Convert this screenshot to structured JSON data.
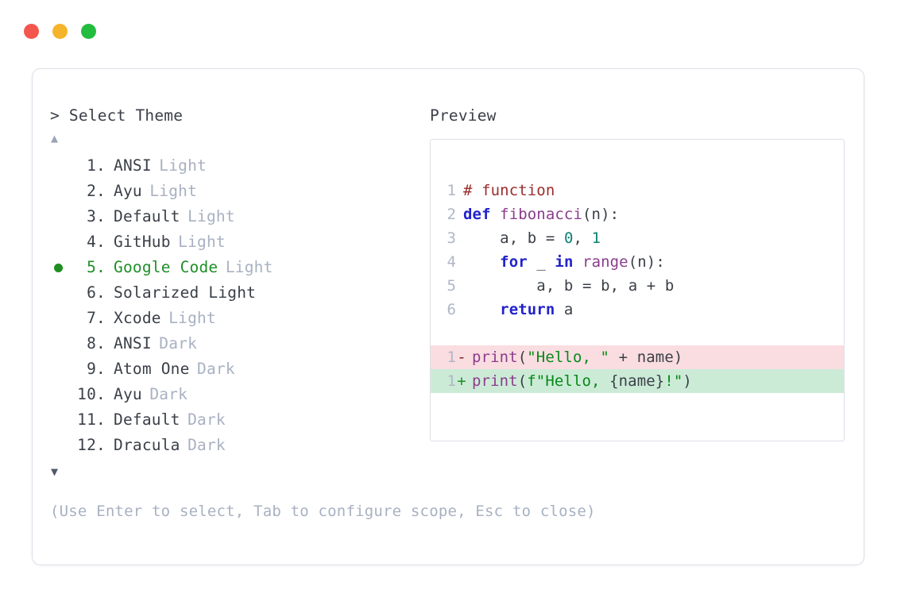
{
  "window": {
    "controls": [
      {
        "name": "close",
        "color": "#F4564E"
      },
      {
        "name": "minimize",
        "color": "#F5B52A"
      },
      {
        "name": "maximize",
        "color": "#22BC3F"
      }
    ]
  },
  "selector": {
    "prompt": "> Select Theme",
    "scroll_up_glyph": "▲",
    "scroll_down_glyph": "▼",
    "selected_index": 5,
    "items": [
      {
        "index": "1.",
        "name": "ANSI",
        "variant": "Light",
        "variant_muted": true,
        "selected": false
      },
      {
        "index": "2.",
        "name": "Ayu",
        "variant": "Light",
        "variant_muted": true,
        "selected": false
      },
      {
        "index": "3.",
        "name": "Default",
        "variant": "Light",
        "variant_muted": true,
        "selected": false
      },
      {
        "index": "4.",
        "name": "GitHub",
        "variant": "Light",
        "variant_muted": true,
        "selected": false
      },
      {
        "index": "5.",
        "name": "Google Code",
        "variant": "Light",
        "variant_muted": true,
        "selected": true
      },
      {
        "index": "6.",
        "name": "Solarized Light",
        "variant": "",
        "variant_muted": false,
        "selected": false
      },
      {
        "index": "7.",
        "name": "Xcode",
        "variant": "Light",
        "variant_muted": true,
        "selected": false
      },
      {
        "index": "8.",
        "name": "ANSI",
        "variant": "Dark",
        "variant_muted": true,
        "selected": false
      },
      {
        "index": "9.",
        "name": "Atom One",
        "variant": "Dark",
        "variant_muted": true,
        "selected": false
      },
      {
        "index": "10.",
        "name": "Ayu",
        "variant": "Dark",
        "variant_muted": true,
        "selected": false
      },
      {
        "index": "11.",
        "name": "Default",
        "variant": "Dark",
        "variant_muted": true,
        "selected": false
      },
      {
        "index": "12.",
        "name": "Dracula",
        "variant": "Dark",
        "variant_muted": true,
        "selected": false
      }
    ],
    "footer_hint": "(Use Enter to select, Tab to configure scope, Esc to close)"
  },
  "preview": {
    "title": "Preview",
    "code_lines": [
      {
        "num": "1",
        "tokens": [
          {
            "t": "# function",
            "c": "tok-comment"
          }
        ]
      },
      {
        "num": "2",
        "tokens": [
          {
            "t": "def ",
            "c": "tok-kw"
          },
          {
            "t": "fibonacci",
            "c": "tok-fn"
          },
          {
            "t": "(n):",
            "c": "tok-plain"
          }
        ]
      },
      {
        "num": "3",
        "tokens": [
          {
            "t": "    a, b = ",
            "c": "tok-plain"
          },
          {
            "t": "0",
            "c": "tok-num"
          },
          {
            "t": ", ",
            "c": "tok-plain"
          },
          {
            "t": "1",
            "c": "tok-num"
          }
        ]
      },
      {
        "num": "4",
        "tokens": [
          {
            "t": "    ",
            "c": "tok-plain"
          },
          {
            "t": "for",
            "c": "tok-kw"
          },
          {
            "t": " _ ",
            "c": "tok-plain"
          },
          {
            "t": "in",
            "c": "tok-kw"
          },
          {
            "t": " ",
            "c": "tok-plain"
          },
          {
            "t": "range",
            "c": "tok-fn"
          },
          {
            "t": "(n):",
            "c": "tok-plain"
          }
        ]
      },
      {
        "num": "5",
        "tokens": [
          {
            "t": "        a, b = b, a + b",
            "c": "tok-plain"
          }
        ]
      },
      {
        "num": "6",
        "tokens": [
          {
            "t": "    ",
            "c": "tok-plain"
          },
          {
            "t": "return",
            "c": "tok-kw"
          },
          {
            "t": " a",
            "c": "tok-plain"
          }
        ]
      }
    ],
    "diff_lines": [
      {
        "num": "1",
        "sign": "-",
        "kind": "diff-del",
        "tokens": [
          {
            "t": "print",
            "c": "tok-fn"
          },
          {
            "t": "(",
            "c": "tok-plain"
          },
          {
            "t": "\"Hello, \"",
            "c": "tok-str"
          },
          {
            "t": " + name)",
            "c": "tok-plain"
          }
        ]
      },
      {
        "num": "1",
        "sign": "+",
        "kind": "diff-add",
        "tokens": [
          {
            "t": "print",
            "c": "tok-fn"
          },
          {
            "t": "(",
            "c": "tok-plain"
          },
          {
            "t": "f\"Hello, ",
            "c": "tok-str"
          },
          {
            "t": "{name}",
            "c": "tok-plain"
          },
          {
            "t": "!\"",
            "c": "tok-str"
          },
          {
            "t": ")",
            "c": "tok-plain"
          }
        ]
      }
    ]
  },
  "colors": {
    "page_bg": "#FFFFFF",
    "card_border": "#DCDFE6",
    "text": "#3B4048",
    "muted": "#A8B1C2",
    "accent_green": "#1E8E28",
    "diff_del_bg": "#FADDE1",
    "diff_add_bg": "#CCEBD7",
    "comment": "#9C2C2C",
    "keyword": "#2222CC",
    "function": "#8B3C8B",
    "number": "#0E8174",
    "string": "#068A17"
  }
}
